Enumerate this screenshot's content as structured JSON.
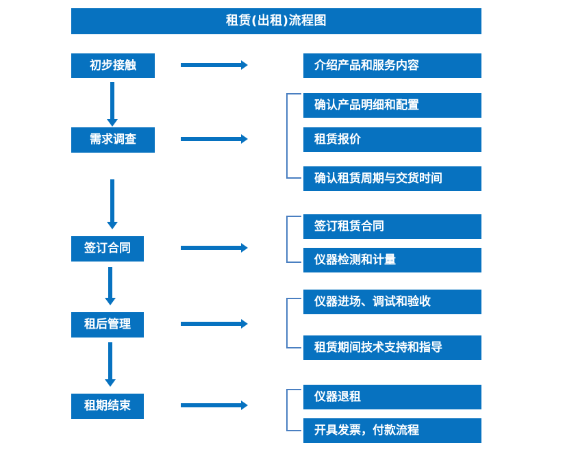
{
  "diagram": {
    "title": "租赁(出租)流程图",
    "theme": {
      "box_fill": "#0772c0",
      "box_text": "#ffffff",
      "arrow": "#0772c0",
      "bracket": "#4a7fc1",
      "background": "#ffffff"
    },
    "stages": [
      {
        "id": "stage-1",
        "label": "初步接触"
      },
      {
        "id": "stage-2",
        "label": "需求调查"
      },
      {
        "id": "stage-3",
        "label": "签订合同"
      },
      {
        "id": "stage-4",
        "label": "租后管理"
      },
      {
        "id": "stage-5",
        "label": "租期结束"
      }
    ],
    "details": [
      {
        "id": "detail-1",
        "label": "介绍产品和服务内容"
      },
      {
        "id": "detail-2",
        "label": "确认产品明细和配置"
      },
      {
        "id": "detail-3",
        "label": "租赁报价"
      },
      {
        "id": "detail-4",
        "label": "确认租赁周期与交货时间"
      },
      {
        "id": "detail-5",
        "label": "签订租赁合同"
      },
      {
        "id": "detail-6",
        "label": "仪器检测和计量"
      },
      {
        "id": "detail-7",
        "label": "仪器进场、调试和验收"
      },
      {
        "id": "detail-8",
        "label": "租赁期间技术支持和指导"
      },
      {
        "id": "detail-9",
        "label": "仪器退租"
      },
      {
        "id": "detail-10",
        "label": "开具发票，付款流程"
      }
    ],
    "flow_connections": [
      {
        "id": "down-1",
        "from": "初步接触",
        "to": "需求调查",
        "type": "arrow-down"
      },
      {
        "id": "down-2",
        "from": "需求调查",
        "to": "签订合同",
        "type": "arrow-down"
      },
      {
        "id": "down-3",
        "from": "签订合同",
        "to": "租后管理",
        "type": "arrow-down"
      },
      {
        "id": "down-4",
        "from": "租后管理",
        "to": "租期结束",
        "type": "arrow-down"
      },
      {
        "id": "right-1",
        "from": "初步接触",
        "to": "介绍产品和服务内容",
        "type": "arrow-right"
      },
      {
        "id": "right-2",
        "from": "需求调查",
        "to": "确认产品明细和配置",
        "type": "arrow-right"
      },
      {
        "id": "right-3",
        "from": "签订合同",
        "to": "签订租赁合同",
        "type": "arrow-right"
      },
      {
        "id": "right-4",
        "from": "租后管理",
        "to": "仪器进场、调试和验收",
        "type": "arrow-right"
      },
      {
        "id": "right-5",
        "from": "租期结束",
        "to": "仪器退租",
        "type": "arrow-right"
      }
    ],
    "groups": [
      {
        "id": "group-1",
        "members": [
          "确认产品明细和配置",
          "租赁报价",
          "确认租赁周期与交货时间"
        ]
      },
      {
        "id": "group-2",
        "members": [
          "签订租赁合同",
          "仪器检测和计量"
        ]
      },
      {
        "id": "group-3",
        "members": [
          "仪器进场、调试和验收",
          "租赁期间技术支持和指导"
        ]
      },
      {
        "id": "group-4",
        "members": [
          "仪器退租",
          "开具发票，付款流程"
        ]
      }
    ]
  }
}
